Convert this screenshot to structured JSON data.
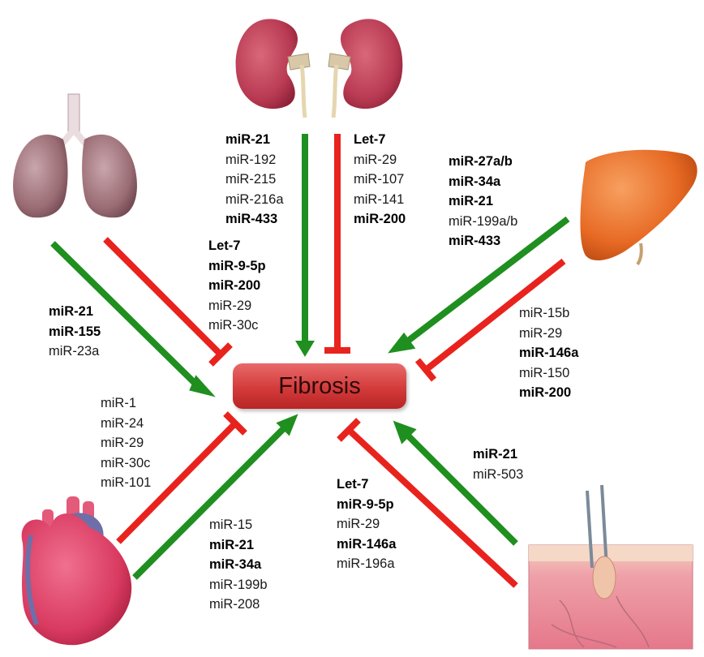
{
  "center": {
    "label": "Fibrosis"
  },
  "colors": {
    "promote": "#1f8f1f",
    "inhibit": "#e8231e",
    "box_top": "#e86a6a",
    "box_bottom": "#b82424"
  },
  "organs": [
    {
      "name": "kidneys",
      "icon": "kidneys-icon"
    },
    {
      "name": "lungs",
      "icon": "lungs-icon"
    },
    {
      "name": "liver",
      "icon": "liver-icon"
    },
    {
      "name": "heart",
      "icon": "heart-icon"
    },
    {
      "name": "skin",
      "icon": "skin-icon"
    }
  ],
  "mirna_groups": {
    "kidney_promote": [
      {
        "text": "miR-21",
        "bold": true
      },
      {
        "text": "miR-192",
        "bold": false
      },
      {
        "text": "miR-215",
        "bold": false
      },
      {
        "text": "miR-216a",
        "bold": false
      },
      {
        "text": "miR-433",
        "bold": true
      }
    ],
    "kidney_inhibit": [
      {
        "text": "Let-7",
        "bold": true
      },
      {
        "text": "miR-29",
        "bold": false
      },
      {
        "text": "miR-107",
        "bold": false
      },
      {
        "text": "miR-141",
        "bold": false
      },
      {
        "text": "miR-200",
        "bold": true
      }
    ],
    "lung_promote": [
      {
        "text": "miR-21",
        "bold": true
      },
      {
        "text": "miR-155",
        "bold": true
      },
      {
        "text": "miR-23a",
        "bold": false
      }
    ],
    "lung_inhibit": [
      {
        "text": "Let-7",
        "bold": true
      },
      {
        "text": "miR-9-5p",
        "bold": true
      },
      {
        "text": "miR-200",
        "bold": true
      },
      {
        "text": "miR-29",
        "bold": false
      },
      {
        "text": "miR-30c",
        "bold": false
      }
    ],
    "liver_promote": [
      {
        "text": "miR-27a/b",
        "bold": true
      },
      {
        "text": "miR-34a",
        "bold": true
      },
      {
        "text": "miR-21",
        "bold": true
      },
      {
        "text": "miR-199a/b",
        "bold": false
      },
      {
        "text": "miR-433",
        "bold": true
      }
    ],
    "liver_inhibit": [
      {
        "text": "miR-15b",
        "bold": false
      },
      {
        "text": "miR-29",
        "bold": false
      },
      {
        "text": "miR-146a",
        "bold": true
      },
      {
        "text": "miR-150",
        "bold": false
      },
      {
        "text": "miR-200",
        "bold": true
      }
    ],
    "heart_inhibit": [
      {
        "text": "miR-1",
        "bold": false
      },
      {
        "text": "miR-24",
        "bold": false
      },
      {
        "text": "miR-29",
        "bold": false
      },
      {
        "text": "miR-30c",
        "bold": false
      },
      {
        "text": "miR-101",
        "bold": false
      }
    ],
    "heart_promote": [
      {
        "text": "miR-15",
        "bold": false
      },
      {
        "text": "miR-21",
        "bold": true
      },
      {
        "text": "miR-34a",
        "bold": true
      },
      {
        "text": "miR-199b",
        "bold": false
      },
      {
        "text": "miR-208",
        "bold": false
      }
    ],
    "skin_inhibit": [
      {
        "text": "Let-7",
        "bold": true
      },
      {
        "text": "miR-9-5p",
        "bold": true
      },
      {
        "text": "miR-29",
        "bold": false
      },
      {
        "text": "miR-146a",
        "bold": true
      },
      {
        "text": "miR-196a",
        "bold": false
      }
    ],
    "skin_promote": [
      {
        "text": "miR-21",
        "bold": true
      },
      {
        "text": "miR-503",
        "bold": false
      }
    ]
  }
}
